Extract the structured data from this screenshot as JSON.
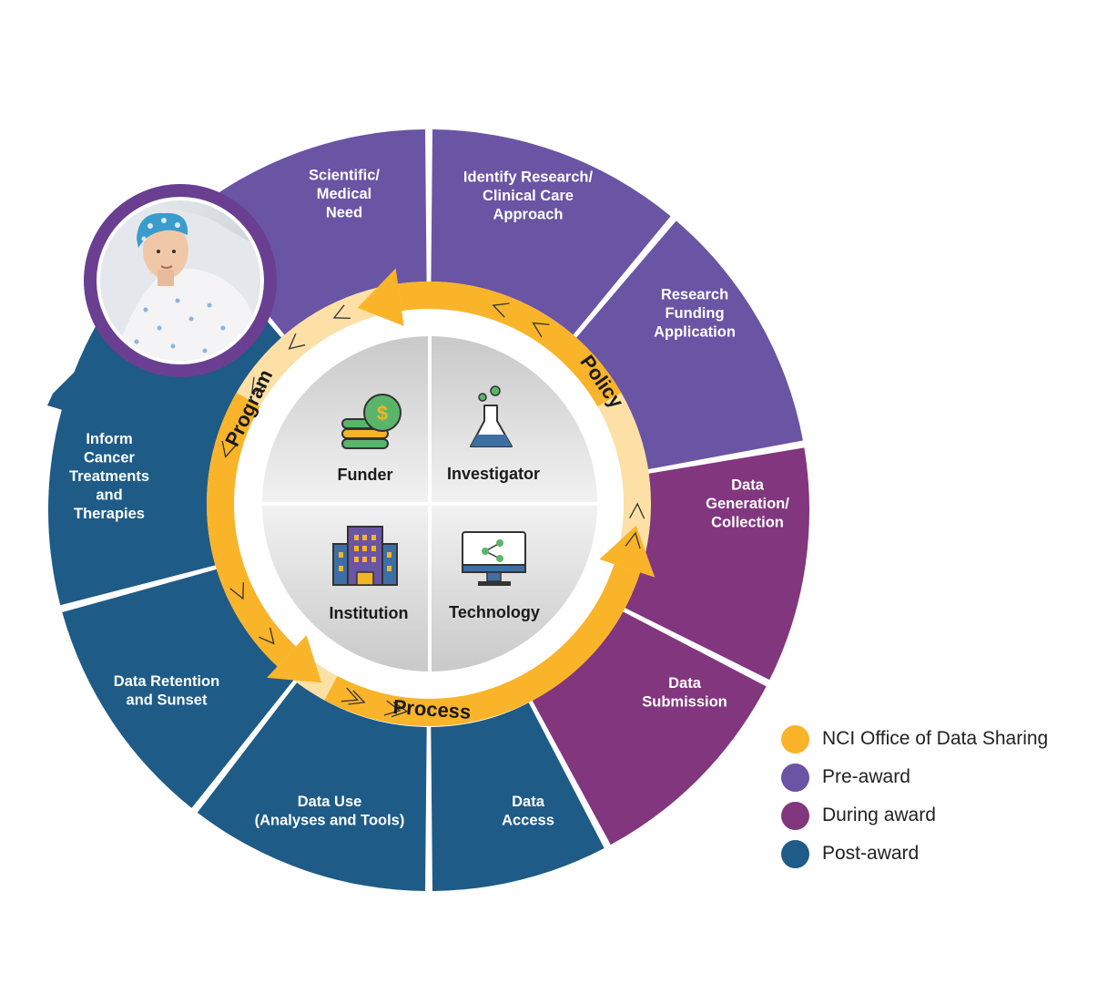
{
  "segments": [
    {
      "lines": [
        "Scientific/",
        "Medical",
        "Need"
      ],
      "color": "#6a54a4"
    },
    {
      "lines": [
        "Identify Research/",
        "Clinical Care",
        "Approach"
      ],
      "color": "#6a54a4"
    },
    {
      "lines": [
        "Research",
        "Funding",
        "Application"
      ],
      "color": "#6a54a4"
    },
    {
      "lines": [
        "Data",
        "Generation/",
        "Collection"
      ],
      "color": "#82367e"
    },
    {
      "lines": [
        "Data",
        "Submission"
      ],
      "color": "#82367e"
    },
    {
      "lines": [
        "Data",
        "Access"
      ],
      "color": "#1e5b87"
    },
    {
      "lines": [
        "Data Use",
        "(Analyses and Tools)"
      ],
      "color": "#1e5b87"
    },
    {
      "lines": [
        "Data Retention",
        "and Sunset"
      ],
      "color": "#1e5b87"
    },
    {
      "lines": [
        "Inform",
        "Cancer",
        "Treatments",
        "and",
        "Therapies"
      ],
      "color": "#1e5b87"
    }
  ],
  "ring_labels": {
    "policy": "Policy",
    "program": "Program",
    "process": "Process"
  },
  "quadrants": [
    {
      "label": "Funder",
      "icon": "money-stack-icon"
    },
    {
      "label": "Investigator",
      "icon": "flask-icon"
    },
    {
      "label": "Institution",
      "icon": "building-icon"
    },
    {
      "label": "Technology",
      "icon": "monitor-share-icon"
    }
  ],
  "photo": {
    "icon": "patient-photo-icon"
  },
  "legend": [
    {
      "label": "NCI Office of Data Sharing",
      "color": "#f9b42a"
    },
    {
      "label": "Pre-award",
      "color": "#6a54a4"
    },
    {
      "label": "During award",
      "color": "#82367e"
    },
    {
      "label": "Post-award",
      "color": "#1e5b87"
    }
  ],
  "colors": {
    "orange": "#f9b42a",
    "orange_light": "#fde0a6",
    "hub": "#d8d8d8"
  }
}
